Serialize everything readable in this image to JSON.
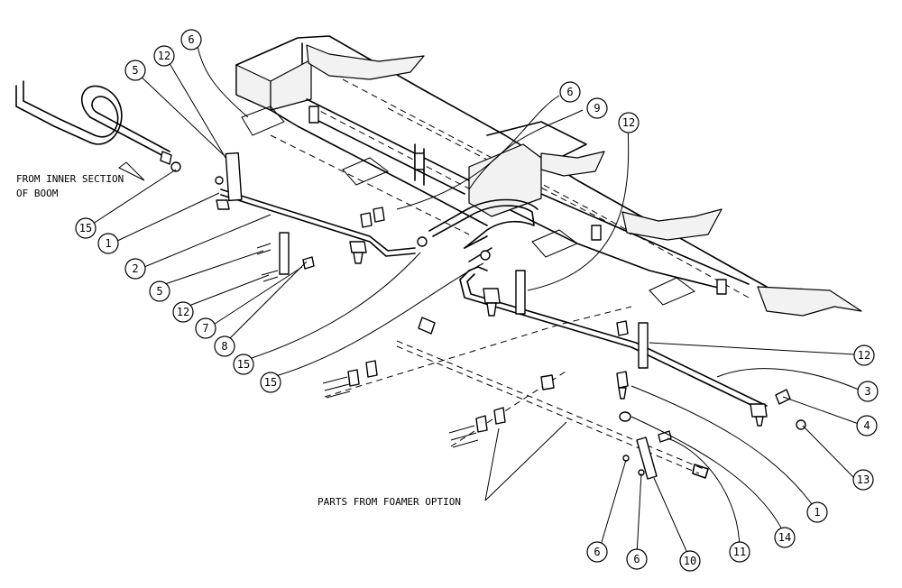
{
  "notes": {
    "inner_section_line1": "FROM INNER SECTION",
    "inner_section_line2": "OF BOOM",
    "foamer": "PARTS FROM FOAMER OPTION"
  },
  "callouts": [
    "6",
    "12",
    "5",
    "6",
    "9",
    "12",
    "15",
    "1",
    "2",
    "5",
    "12",
    "7",
    "8",
    "15",
    "15",
    "12",
    "3",
    "4",
    "13",
    "1",
    "14",
    "11",
    "10",
    "6",
    "6"
  ]
}
